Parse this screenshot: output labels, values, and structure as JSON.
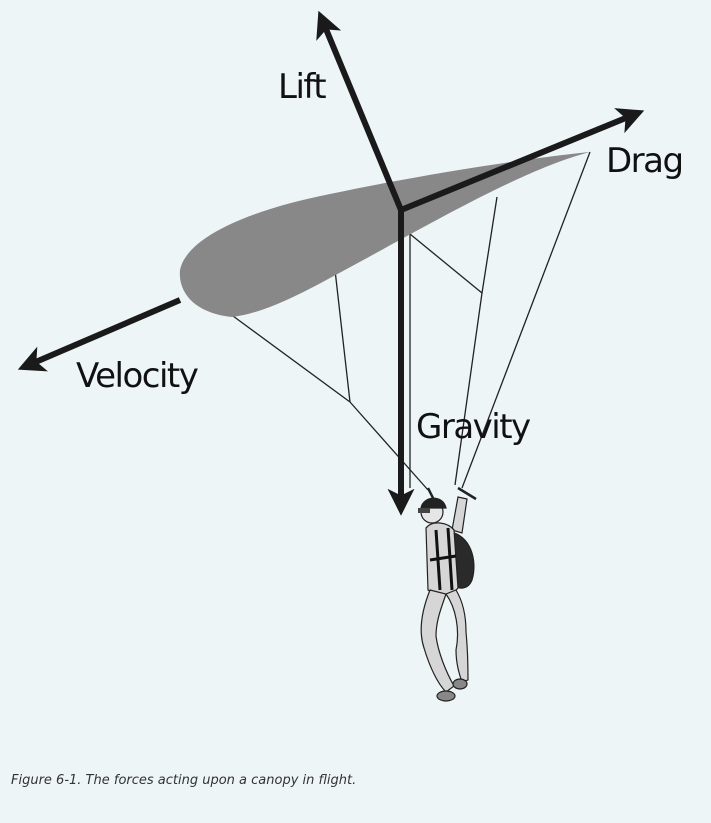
{
  "labels": {
    "lift": "Lift",
    "drag": "Drag",
    "velocity": "Velocity",
    "gravity": "Gravity"
  },
  "caption": "Figure 6-1. The forces acting upon a canopy in flight.",
  "colors": {
    "background": "#eef5f7",
    "canopy": "#888888",
    "arrows": "#1a1a1a",
    "lines": "#222222",
    "jumpsuit": "#d6d6d6"
  }
}
